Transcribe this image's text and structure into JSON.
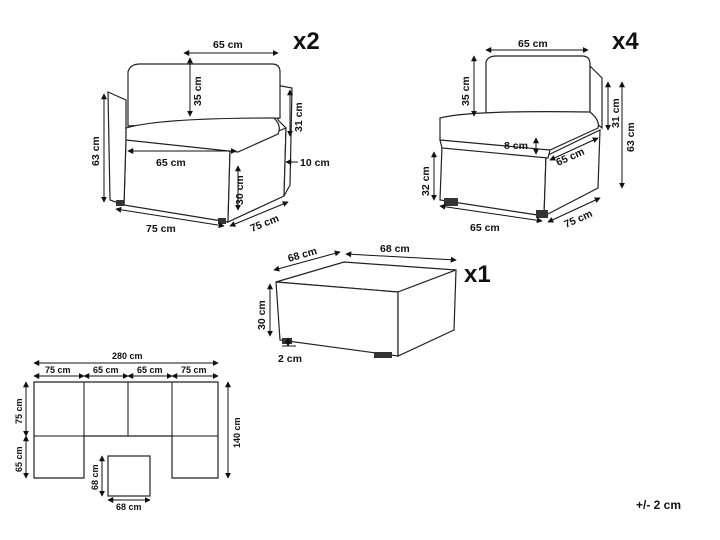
{
  "corner_sofa": {
    "quantity": "x2",
    "width_top": "65 cm",
    "backrest_height": "35 cm",
    "armrest_height": "31 cm",
    "total_height": "63 cm",
    "seat_width": "65 cm",
    "armrest_width": "10 cm",
    "seat_height": "30 cm",
    "width_bottom": "75 cm",
    "depth": "75 cm"
  },
  "middle_sofa": {
    "quantity": "x4",
    "width_top": "65 cm",
    "backrest_height": "35 cm",
    "armrest_height": "31 cm",
    "total_height": "63 cm",
    "cushion_thickness": "8 cm",
    "seat_depth": "65 cm",
    "seat_height": "32 cm",
    "width_bottom": "65 cm",
    "depth": "75 cm"
  },
  "table": {
    "quantity": "x1",
    "depth": "68 cm",
    "width": "68 cm",
    "height": "30 cm",
    "leg_height": "2 cm"
  },
  "layout": {
    "total_width": "280 cm",
    "segments": [
      "75 cm",
      "65 cm",
      "65 cm",
      "75 cm"
    ],
    "left_top": "75 cm",
    "left_bottom": "65 cm",
    "total_depth": "140 cm",
    "table_height": "68 cm",
    "table_width": "68 cm"
  },
  "tolerance": "+/- 2 cm",
  "colors": {
    "line": "#111111",
    "outline": "#222222",
    "wicker": "#888888"
  }
}
